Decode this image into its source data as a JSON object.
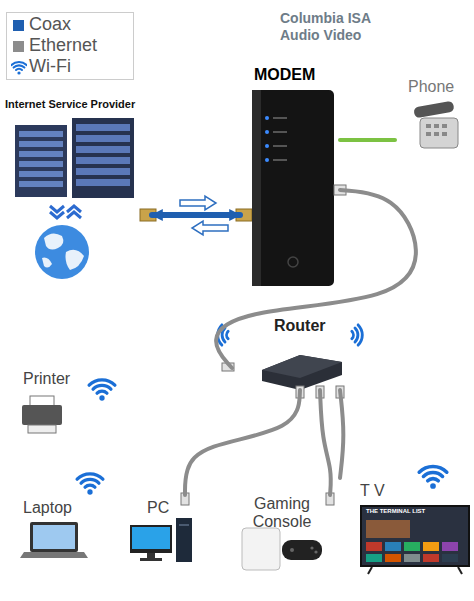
{
  "diagram": {
    "title": "Columbia ISA Audio Video",
    "nodes": [
      {
        "text": [
          "Internet Service Provider"
        ]
      },
      {
        "text": [
          "MODEM"
        ]
      },
      {
        "text": [
          "Phone"
        ]
      },
      {
        "text": [
          "Router"
        ]
      },
      {
        "text": [
          "Printer"
        ]
      },
      {
        "text": [
          "Laptop"
        ]
      },
      {
        "text": [
          "PC"
        ]
      },
      {
        "text": [
          "Gaming Console"
        ]
      },
      {
        "text": [
          "T V"
        ]
      }
    ],
    "edges": [
      {
        "from": 0,
        "to": 1,
        "arrow": "both"
      },
      {
        "from": 1,
        "to": 2,
        "arrow": "none"
      },
      {
        "from": 1,
        "to": 3,
        "arrow": "none"
      },
      {
        "from": 3,
        "to": 6,
        "arrow": "none"
      },
      {
        "from": 3,
        "to": 7,
        "arrow": "none"
      },
      {
        "from": 3,
        "to": 8,
        "arrow": "none"
      }
    ],
    "labels": [
      "THE TERMINAL LIST"
    ],
    "legend": [
      {
        "text": "Coax",
        "color": "#1f5fb0"
      },
      {
        "text": "Ethernet",
        "color": "#8c8c8c"
      },
      {
        "text": "Wi-Fi"
      }
    ]
  }
}
